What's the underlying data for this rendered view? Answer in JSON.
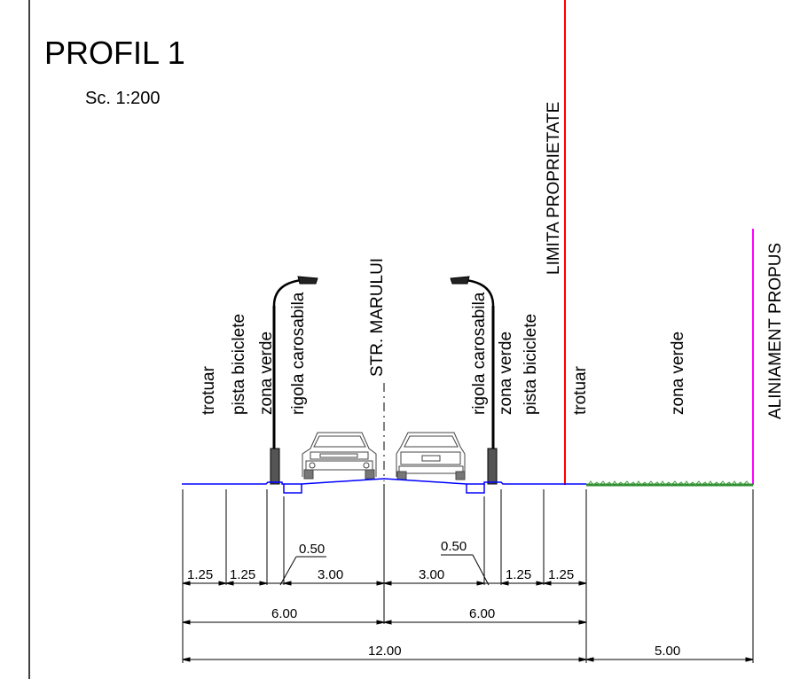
{
  "title": "PROFIL 1",
  "scale": "Sc. 1:200",
  "street_name": "STR. MARULUI",
  "property_limit_label": "LIMITA PROPRIETATE",
  "alignment_label": "ALINIAMENT PROPUS",
  "left_side_labels": [
    "trotuar",
    "pista biciclete",
    "zona verde",
    "rigola carosabila"
  ],
  "right_side_labels": [
    "rigola carosabila",
    "zona verde",
    "pista biciclete",
    "trotuar"
  ],
  "green_zone_label": "zona verde",
  "dimensions": {
    "left_sidewalk": "1.25",
    "left_bike": "1.25",
    "left_gutter": "0.50",
    "left_lane": "3.00",
    "right_lane": "3.00",
    "right_gutter": "0.50",
    "right_bike": "1.25",
    "right_sidewalk": "1.25",
    "left_half": "6.00",
    "right_half": "6.00",
    "total_width": "12.00",
    "green_zone": "5.00"
  },
  "colors": {
    "road_line": "#0000ff",
    "property_limit": "#ff0000",
    "alignment": "#ff00ff",
    "grass": "#2e8b2e",
    "ink": "#000000"
  }
}
